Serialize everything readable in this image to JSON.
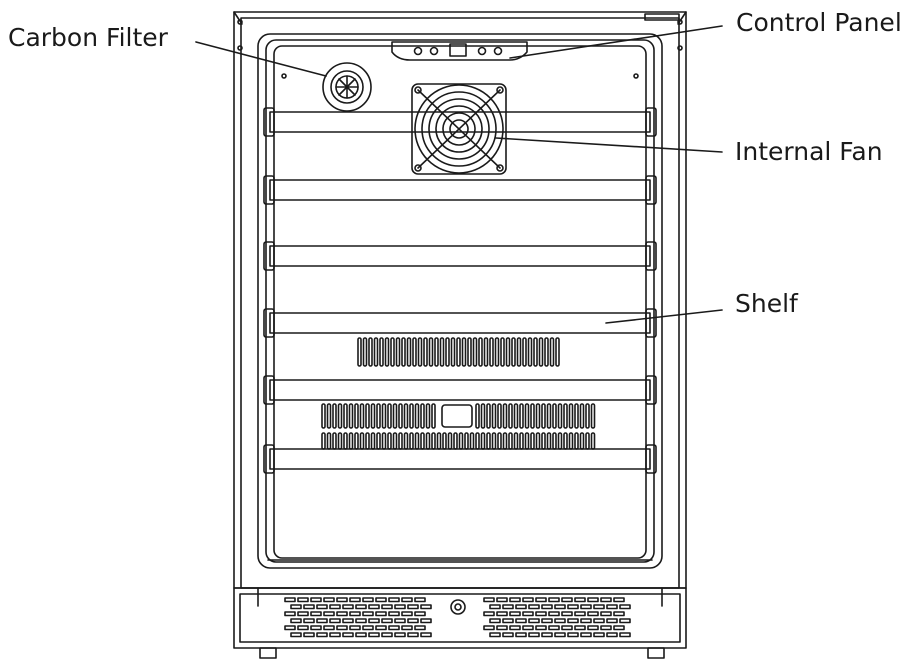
{
  "labels": {
    "carbon_filter": "Carbon Filter",
    "control_panel": "Control Panel",
    "internal_fan": "Internal Fan",
    "shelf": "Shelf"
  },
  "colors": {
    "line": "#1a1a1a",
    "background": "#ffffff"
  }
}
